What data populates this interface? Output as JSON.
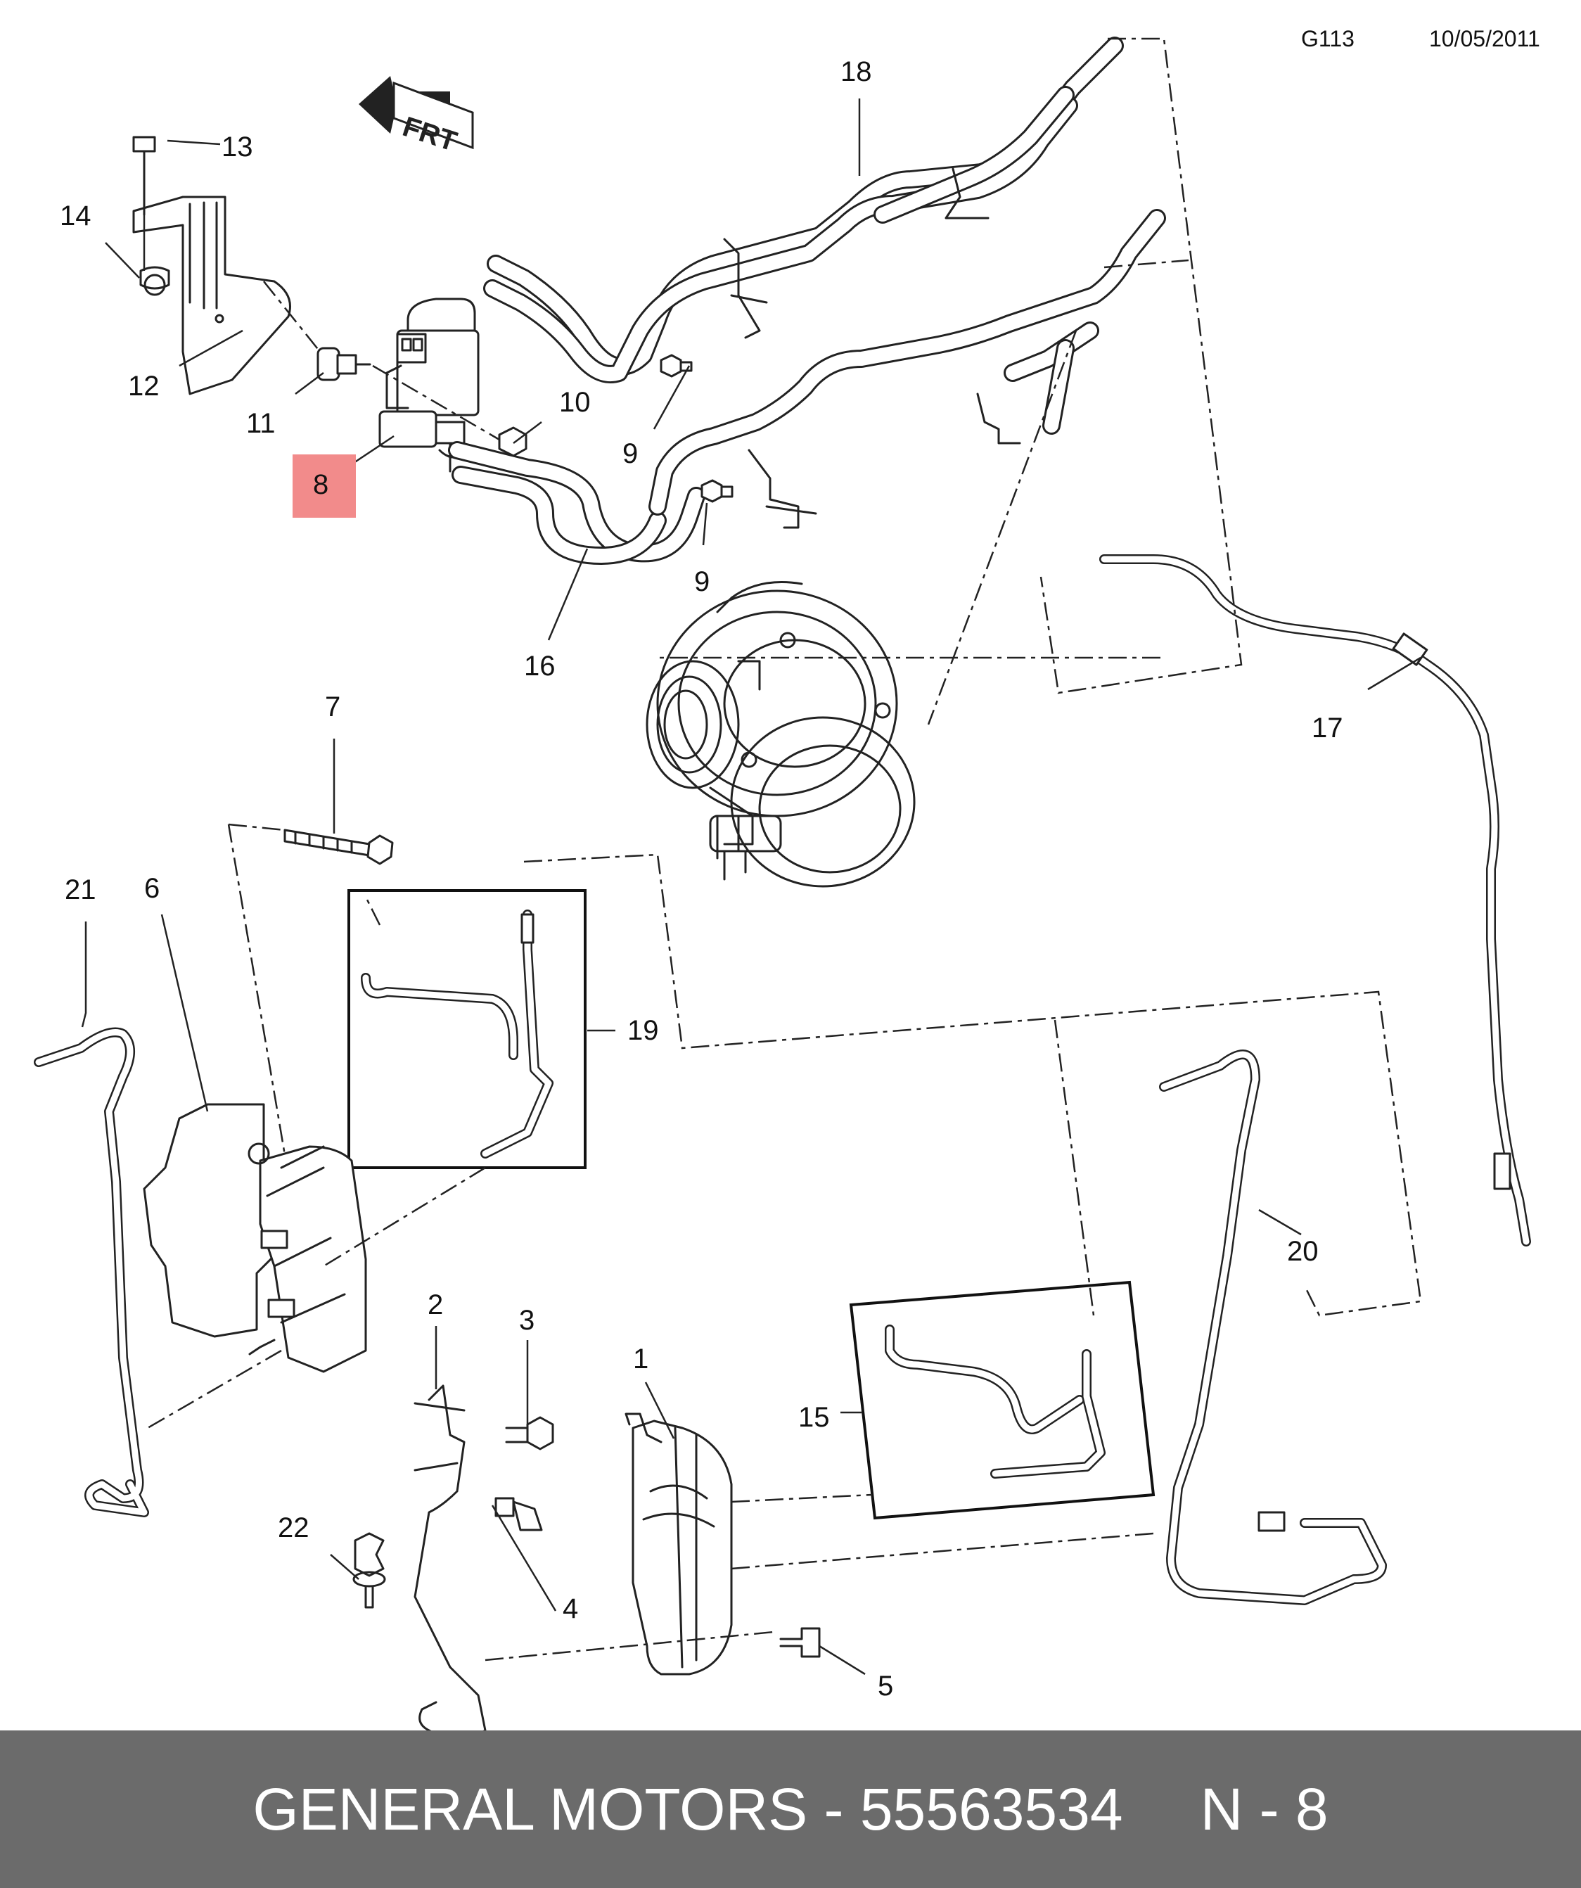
{
  "header": {
    "code": "G113",
    "date": "10/05/2011"
  },
  "orientation_label": "FRT",
  "highlight_color": "#f28b8b",
  "callouts": [
    {
      "id": "1",
      "label": "1"
    },
    {
      "id": "2",
      "label": "2"
    },
    {
      "id": "3",
      "label": "3"
    },
    {
      "id": "4",
      "label": "4"
    },
    {
      "id": "5",
      "label": "5"
    },
    {
      "id": "6",
      "label": "6"
    },
    {
      "id": "7",
      "label": "7"
    },
    {
      "id": "8",
      "label": "8",
      "highlighted": true
    },
    {
      "id": "9a",
      "label": "9"
    },
    {
      "id": "9b",
      "label": "9"
    },
    {
      "id": "10",
      "label": "10"
    },
    {
      "id": "11",
      "label": "11"
    },
    {
      "id": "12",
      "label": "12"
    },
    {
      "id": "13",
      "label": "13"
    },
    {
      "id": "14",
      "label": "14"
    },
    {
      "id": "15",
      "label": "15"
    },
    {
      "id": "16",
      "label": "16"
    },
    {
      "id": "17",
      "label": "17"
    },
    {
      "id": "18",
      "label": "18"
    },
    {
      "id": "19",
      "label": "19"
    },
    {
      "id": "20",
      "label": "20"
    },
    {
      "id": "21",
      "label": "21"
    },
    {
      "id": "22",
      "label": "22"
    }
  ],
  "footer": {
    "brand_part": "GENERAL MOTORS - 55563534",
    "ref": "N - 8"
  }
}
